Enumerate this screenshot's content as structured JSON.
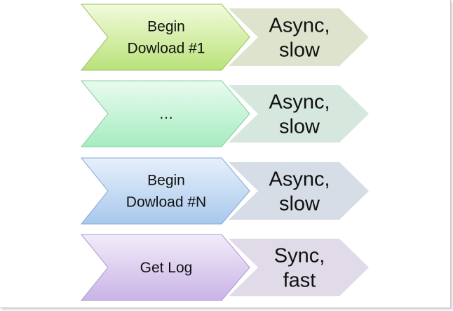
{
  "diagram": {
    "rows": [
      {
        "step_lines": [
          "Begin",
          "Dowload #1"
        ],
        "result_lines": [
          "Async,",
          "slow"
        ],
        "step_color_light": "#f2fbdc",
        "step_color_dark": "#b9e27a",
        "step_stroke": "#9cc35d",
        "result_color": "#dde3cd"
      },
      {
        "step_lines": [
          "…"
        ],
        "result_lines": [
          "Async,",
          "slow"
        ],
        "step_color_light": "#e9fbf0",
        "step_color_dark": "#a6ecc0",
        "step_stroke": "#85cfa2",
        "result_color": "#d6e7dd"
      },
      {
        "step_lines": [
          "Begin",
          "Dowload #N"
        ],
        "result_lines": [
          "Async,",
          "slow"
        ],
        "step_color_light": "#e6f0fb",
        "step_color_dark": "#a9c8ec",
        "step_stroke": "#86a9d2",
        "result_color": "#d6dde6"
      },
      {
        "step_lines": [
          "Get Log"
        ],
        "result_lines": [
          "Sync,",
          "fast"
        ],
        "step_color_light": "#f2ecfa",
        "step_color_dark": "#c9b4e6",
        "step_stroke": "#ad98cf",
        "result_color": "#e1dbe9"
      }
    ]
  }
}
